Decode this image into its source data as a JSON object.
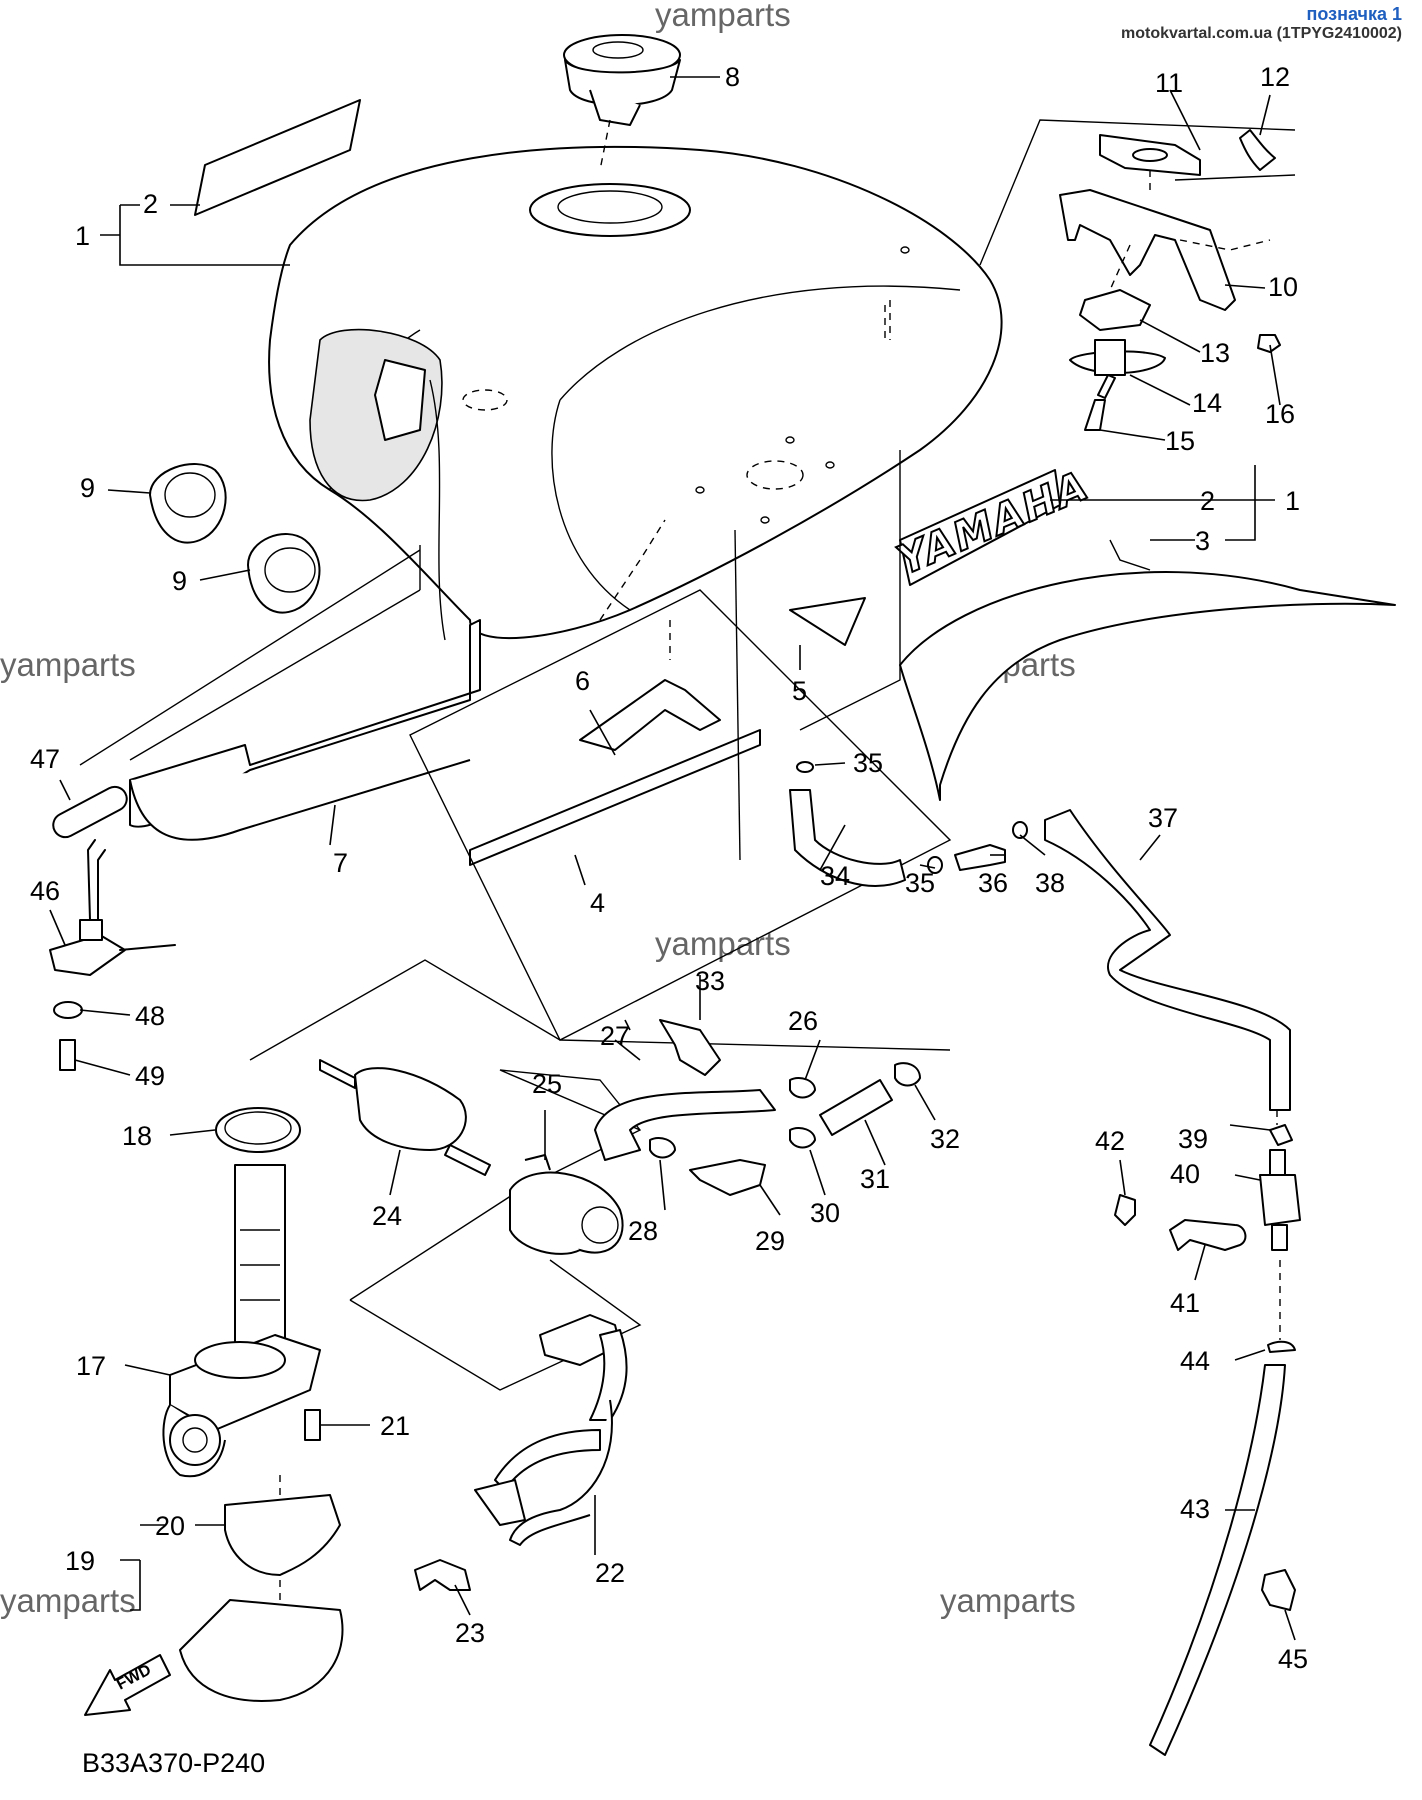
{
  "header": {
    "tag_title": "позначка 1",
    "tag_source": "motokvartal.com.ua (1TPYG2410002)"
  },
  "watermark": "yamparts",
  "diagram_code": "B33A370-P240",
  "fwd_label": "FWD",
  "tank_brand": "YAMAHA",
  "callouts": {
    "c1a": "1",
    "c2a": "2",
    "c1b": "1",
    "c2b": "2",
    "c3": "3",
    "c4": "4",
    "c5": "5",
    "c6": "6",
    "c7": "7",
    "c8": "8",
    "c9a": "9",
    "c9b": "9",
    "c10": "10",
    "c11": "11",
    "c12": "12",
    "c13": "13",
    "c14": "14",
    "c15": "15",
    "c16": "16",
    "c17": "17",
    "c18": "18",
    "c19": "19",
    "c20": "20",
    "c21": "21",
    "c22": "22",
    "c23": "23",
    "c24": "24",
    "c25": "25",
    "c26": "26",
    "c27": "27",
    "c28": "28",
    "c29": "29",
    "c30": "30",
    "c31": "31",
    "c32": "32",
    "c33": "33",
    "c34": "34",
    "c35a": "35",
    "c35b": "35",
    "c36": "36",
    "c37": "37",
    "c38": "38",
    "c39": "39",
    "c40": "40",
    "c41": "41",
    "c42": "42",
    "c43": "43",
    "c44": "44",
    "c45": "45",
    "c46": "46",
    "c47": "47",
    "c48": "48",
    "c49": "49"
  }
}
